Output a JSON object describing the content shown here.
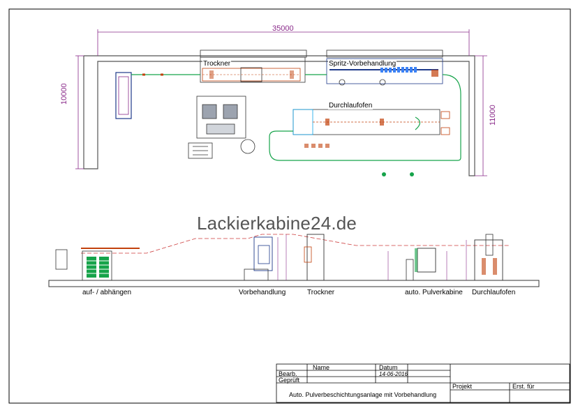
{
  "plan_view": {
    "dimension_width": "35000",
    "dimension_height_left": "10000",
    "dimension_height_right": "11000",
    "stations": {
      "trockner": "Trockner",
      "spritz_vorbehandlung": "Spritz-Vorbehandlung",
      "durchlaufofen": "Durchlaufofen"
    }
  },
  "watermark": "Lackierkabine24.de",
  "side_view": {
    "labels": {
      "auf_abhaengen": "auf- / abhängen",
      "vorbehandlung": "Vorbehandlung",
      "trockner": "Trockner",
      "pulverkabine": "auto. Pulverkabine",
      "durchlaufofen": "Durchlaufofen"
    }
  },
  "title_block": {
    "col_name": "Name",
    "col_datum": "Datum",
    "row_bearb": "Bearb.",
    "row_geprueft": "Geprüft",
    "date_value": "14-06-2016",
    "description": "Auto. Pulverbeschichtungsanlage mit Vorbehandlung",
    "projekt": "Projekt",
    "erst_fuer": "Erst. für"
  },
  "colors": {
    "dimension": "#8a2a8a",
    "equipment": "#c2410c",
    "conveyor": "#16a34a",
    "structure": "#1e3a8a",
    "outline": "#333333"
  }
}
